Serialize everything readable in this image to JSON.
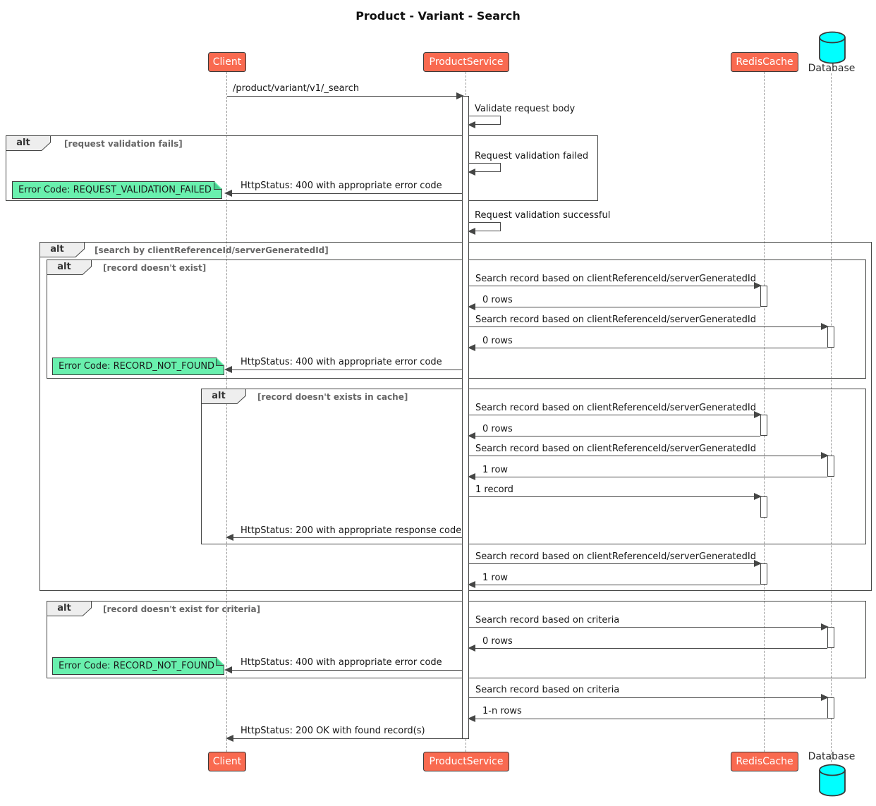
{
  "title": "Product - Variant - Search",
  "participants": {
    "client": "Client",
    "product_service": "ProductService",
    "redis_cache": "RedisCache",
    "database": "Database"
  },
  "frames": [
    {
      "operator": "alt",
      "condition": "[request validation fails]"
    },
    {
      "operator": "alt",
      "condition": "[search by clientReferenceId/serverGeneratedId]"
    },
    {
      "operator": "alt",
      "condition": "[record doesn't exist]"
    },
    {
      "operator": "alt",
      "condition": "[record doesn't exists in cache]"
    },
    {
      "operator": "alt",
      "condition": "[record doesn't exist for criteria]"
    }
  ],
  "notes": [
    {
      "over": "Client",
      "text": "Error Code: REQUEST_VALIDATION_FAILED"
    },
    {
      "over": "Client",
      "text": "Error Code: RECORD_NOT_FOUND"
    },
    {
      "over": "Client",
      "text": "Error Code: RECORD_NOT_FOUND"
    }
  ],
  "messages": [
    {
      "from": "Client",
      "to": "ProductService",
      "text": "/product/variant/v1/_search"
    },
    {
      "from": "ProductService",
      "to": "ProductService",
      "text": "Validate request body"
    },
    {
      "from": "ProductService",
      "to": "ProductService",
      "text": "Request validation failed"
    },
    {
      "from": "ProductService",
      "to": "Client",
      "text": "HttpStatus: 400 with appropriate error code"
    },
    {
      "from": "ProductService",
      "to": "ProductService",
      "text": "Request validation successful"
    },
    {
      "from": "ProductService",
      "to": "RedisCache",
      "text": "Search record based on clientReferenceId/serverGeneratedId"
    },
    {
      "from": "RedisCache",
      "to": "ProductService",
      "text": "0 rows"
    },
    {
      "from": "ProductService",
      "to": "Database",
      "text": "Search record based on clientReferenceId/serverGeneratedId"
    },
    {
      "from": "Database",
      "to": "ProductService",
      "text": "0 rows"
    },
    {
      "from": "ProductService",
      "to": "Client",
      "text": "HttpStatus: 400 with appropriate error code"
    },
    {
      "from": "ProductService",
      "to": "RedisCache",
      "text": "Search record based on clientReferenceId/serverGeneratedId"
    },
    {
      "from": "RedisCache",
      "to": "ProductService",
      "text": "0 rows"
    },
    {
      "from": "ProductService",
      "to": "Database",
      "text": "Search record based on clientReferenceId/serverGeneratedId"
    },
    {
      "from": "Database",
      "to": "ProductService",
      "text": "1 row"
    },
    {
      "from": "ProductService",
      "to": "RedisCache",
      "text": "1 record"
    },
    {
      "from": "ProductService",
      "to": "Client",
      "text": "HttpStatus: 200 with appropriate response code"
    },
    {
      "from": "ProductService",
      "to": "RedisCache",
      "text": "Search record based on clientReferenceId/serverGeneratedId"
    },
    {
      "from": "RedisCache",
      "to": "ProductService",
      "text": "1 row"
    },
    {
      "from": "ProductService",
      "to": "Database",
      "text": "Search record based on criteria"
    },
    {
      "from": "Database",
      "to": "ProductService",
      "text": "0 rows"
    },
    {
      "from": "ProductService",
      "to": "Client",
      "text": "HttpStatus: 400 with appropriate error code"
    },
    {
      "from": "ProductService",
      "to": "Database",
      "text": "Search record based on criteria"
    },
    {
      "from": "Database",
      "to": "ProductService",
      "text": "1-n rows"
    },
    {
      "from": "ProductService",
      "to": "Client",
      "text": "HttpStatus: 200 OK with found record(s)"
    }
  ],
  "colors": {
    "participant_fill": "#F96A50",
    "note_fill": "#69F0AE",
    "database_fill": "#00FFFF",
    "line": "#454645"
  }
}
